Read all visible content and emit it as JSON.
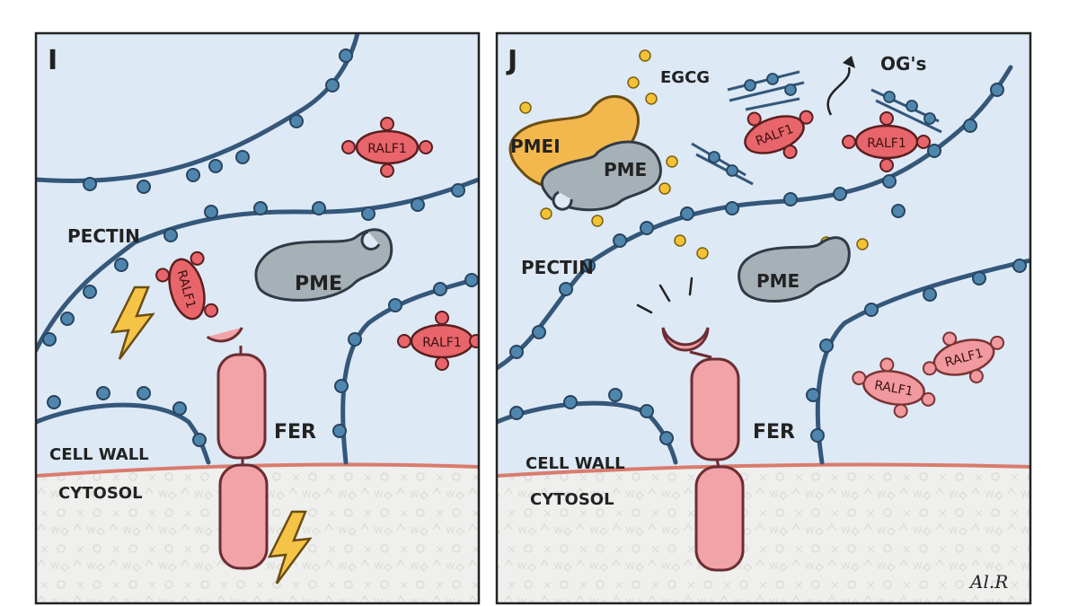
{
  "panels": [
    {
      "letter": "I",
      "labels": {
        "pectin": "PECTIN",
        "cell_wall": "CELL WALL",
        "cytosol": "CYTOSOL",
        "fer": "FER",
        "pme": "PME",
        "ralf1": "RALF1"
      }
    },
    {
      "letter": "J",
      "labels": {
        "pectin": "PECTIN",
        "cell_wall": "CELL WALL",
        "cytosol": "CYTOSOL",
        "fer": "FER",
        "pme": "PME",
        "pmei": "PMEI",
        "egcg": "EGCG",
        "ogs": "OG's",
        "ralf1": "RALF1"
      }
    }
  ],
  "signature": "Al.R",
  "colors": {
    "wall_bg": "#dde9f5",
    "cytosol_bg": "#efefed",
    "pectin": "#34577a",
    "bead": "#4f86ad",
    "fer": "#f2a3a8",
    "ralf1": "#e7656b",
    "ralf1_inactive": "#f1999e",
    "pme": "#a6b0b7",
    "pmei": "#f2b84e",
    "egcg": "#f3c235",
    "membrane": "#d97b6d",
    "lightning": "#f5c446"
  },
  "icons": [
    "lightning-icon",
    "moon-receptor-icon",
    "curved-arrow-icon"
  ]
}
